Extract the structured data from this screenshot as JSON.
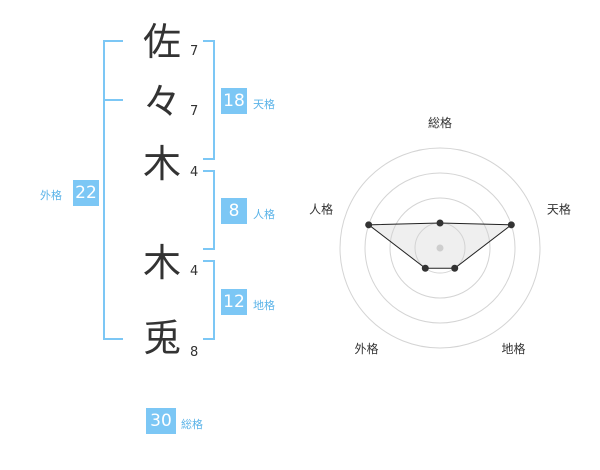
{
  "name": {
    "chars": [
      {
        "char": "佐",
        "strokes": "7"
      },
      {
        "char": "々",
        "strokes": "7"
      },
      {
        "char": "木",
        "strokes": "4"
      },
      {
        "char": "木",
        "strokes": "4"
      },
      {
        "char": "兎",
        "strokes": "8"
      }
    ]
  },
  "fortunes": {
    "tenkaku": {
      "value": "18",
      "label": "天格"
    },
    "jinkaku": {
      "value": "8",
      "label": "人格"
    },
    "chikaku": {
      "value": "12",
      "label": "地格"
    },
    "gaikaku": {
      "value": "22",
      "label": "外格"
    },
    "soukaku": {
      "value": "30",
      "label": "総格"
    }
  },
  "radar": {
    "axes": [
      "総格",
      "天格",
      "地格",
      "外格",
      "人格"
    ],
    "levels": 4,
    "scores": [
      1,
      3,
      1,
      1,
      3
    ]
  },
  "colors": {
    "accent": "#7cc7f5",
    "accent_text": "#5ab3e8"
  }
}
